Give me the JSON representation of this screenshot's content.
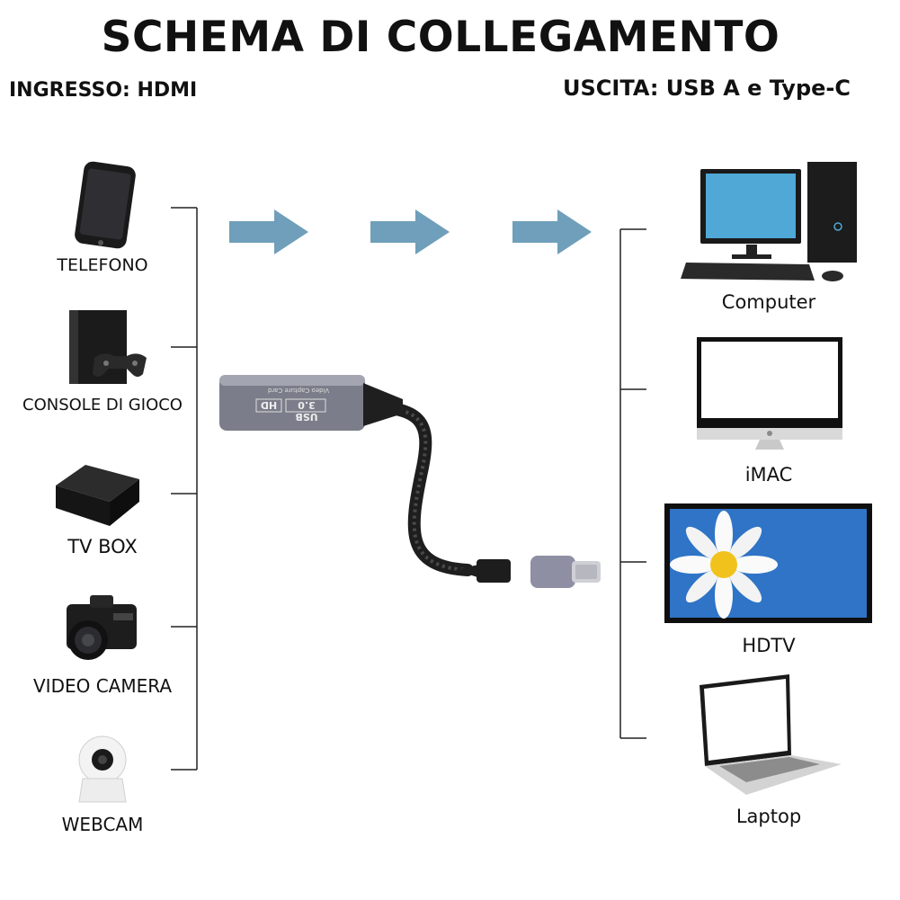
{
  "title": "SCHEMA DI COLLEGAMENTO",
  "input_label": "INGRESSO: HDMI",
  "output_label": "USCITA: USB A e Type-C",
  "input_devices": [
    {
      "label": "TELEFONO",
      "icon": "smartphone-icon"
    },
    {
      "label": "CONSOLE DI GIOCO",
      "icon": "game-console-icon"
    },
    {
      "label": "TV BOX",
      "icon": "tv-box-icon"
    },
    {
      "label": "VIDEO CAMERA",
      "icon": "video-camera-icon"
    },
    {
      "label": "WEBCAM",
      "icon": "webcam-icon"
    }
  ],
  "output_devices": [
    {
      "label": "Computer",
      "icon": "desktop-computer-icon"
    },
    {
      "label": "iMAC",
      "icon": "imac-icon"
    },
    {
      "label": "HDTV",
      "icon": "hdtv-icon"
    },
    {
      "label": "Laptop",
      "icon": "laptop-icon"
    }
  ],
  "adapter": {
    "printed_text": "USB 3.0",
    "badge_text": "HD",
    "side_text": "Video Capture Card",
    "icon": "hdmi-capture-adapter-icon"
  },
  "colors": {
    "arrow": "#6f9fba",
    "bracket": "#222222",
    "adapter_body": "#7b7e8a"
  }
}
